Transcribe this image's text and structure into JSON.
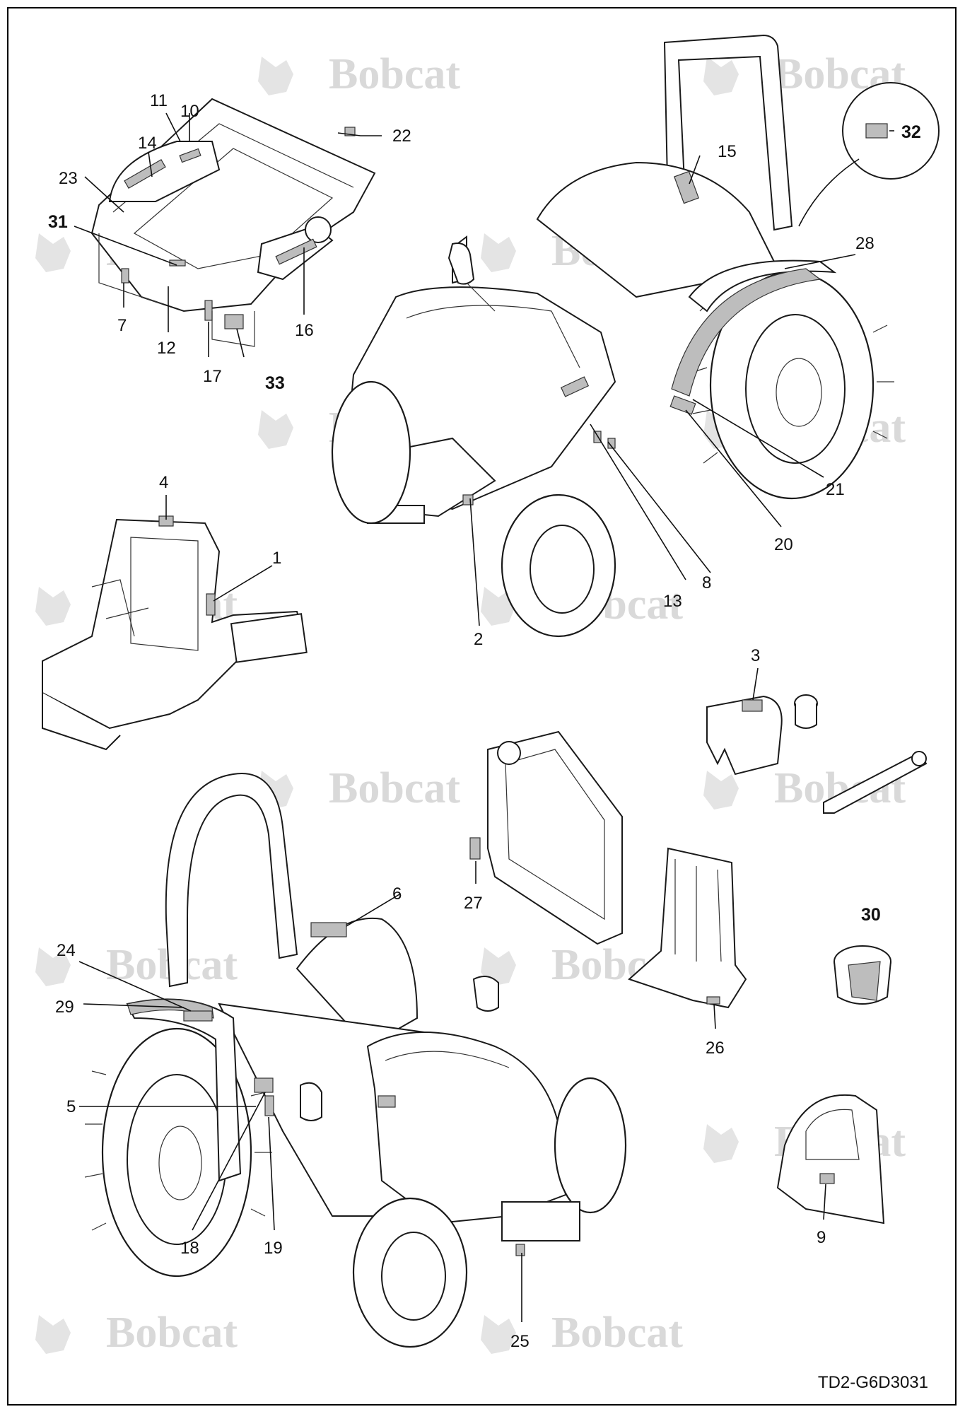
{
  "figure": {
    "reference_code": "TD2-G6D3031",
    "watermark_text": "Bobcat",
    "watermark_color": "#d9d9d9",
    "decal_color": "#bdbdbd"
  },
  "callouts": [
    {
      "id": "c1",
      "label": "1"
    },
    {
      "id": "c2",
      "label": "2"
    },
    {
      "id": "c3",
      "label": "3"
    },
    {
      "id": "c4",
      "label": "4"
    },
    {
      "id": "c5",
      "label": "5"
    },
    {
      "id": "c6",
      "label": "6"
    },
    {
      "id": "c7",
      "label": "7"
    },
    {
      "id": "c8",
      "label": "8"
    },
    {
      "id": "c9",
      "label": "9"
    },
    {
      "id": "c10",
      "label": "10"
    },
    {
      "id": "c11",
      "label": "11"
    },
    {
      "id": "c12",
      "label": "12"
    },
    {
      "id": "c13",
      "label": "13"
    },
    {
      "id": "c14",
      "label": "14"
    },
    {
      "id": "c15",
      "label": "15"
    },
    {
      "id": "c16",
      "label": "16"
    },
    {
      "id": "c17",
      "label": "17"
    },
    {
      "id": "c18",
      "label": "18"
    },
    {
      "id": "c19",
      "label": "19"
    },
    {
      "id": "c20",
      "label": "20"
    },
    {
      "id": "c21",
      "label": "21"
    },
    {
      "id": "c22",
      "label": "22"
    },
    {
      "id": "c23",
      "label": "23"
    },
    {
      "id": "c24",
      "label": "24"
    },
    {
      "id": "c25",
      "label": "25"
    },
    {
      "id": "c26",
      "label": "26"
    },
    {
      "id": "c27",
      "label": "27"
    },
    {
      "id": "c28",
      "label": "28"
    },
    {
      "id": "c29",
      "label": "29"
    },
    {
      "id": "c30",
      "label": "30"
    },
    {
      "id": "c31",
      "label": "31"
    },
    {
      "id": "c32",
      "label": "32"
    },
    {
      "id": "c33",
      "label": "33"
    }
  ]
}
